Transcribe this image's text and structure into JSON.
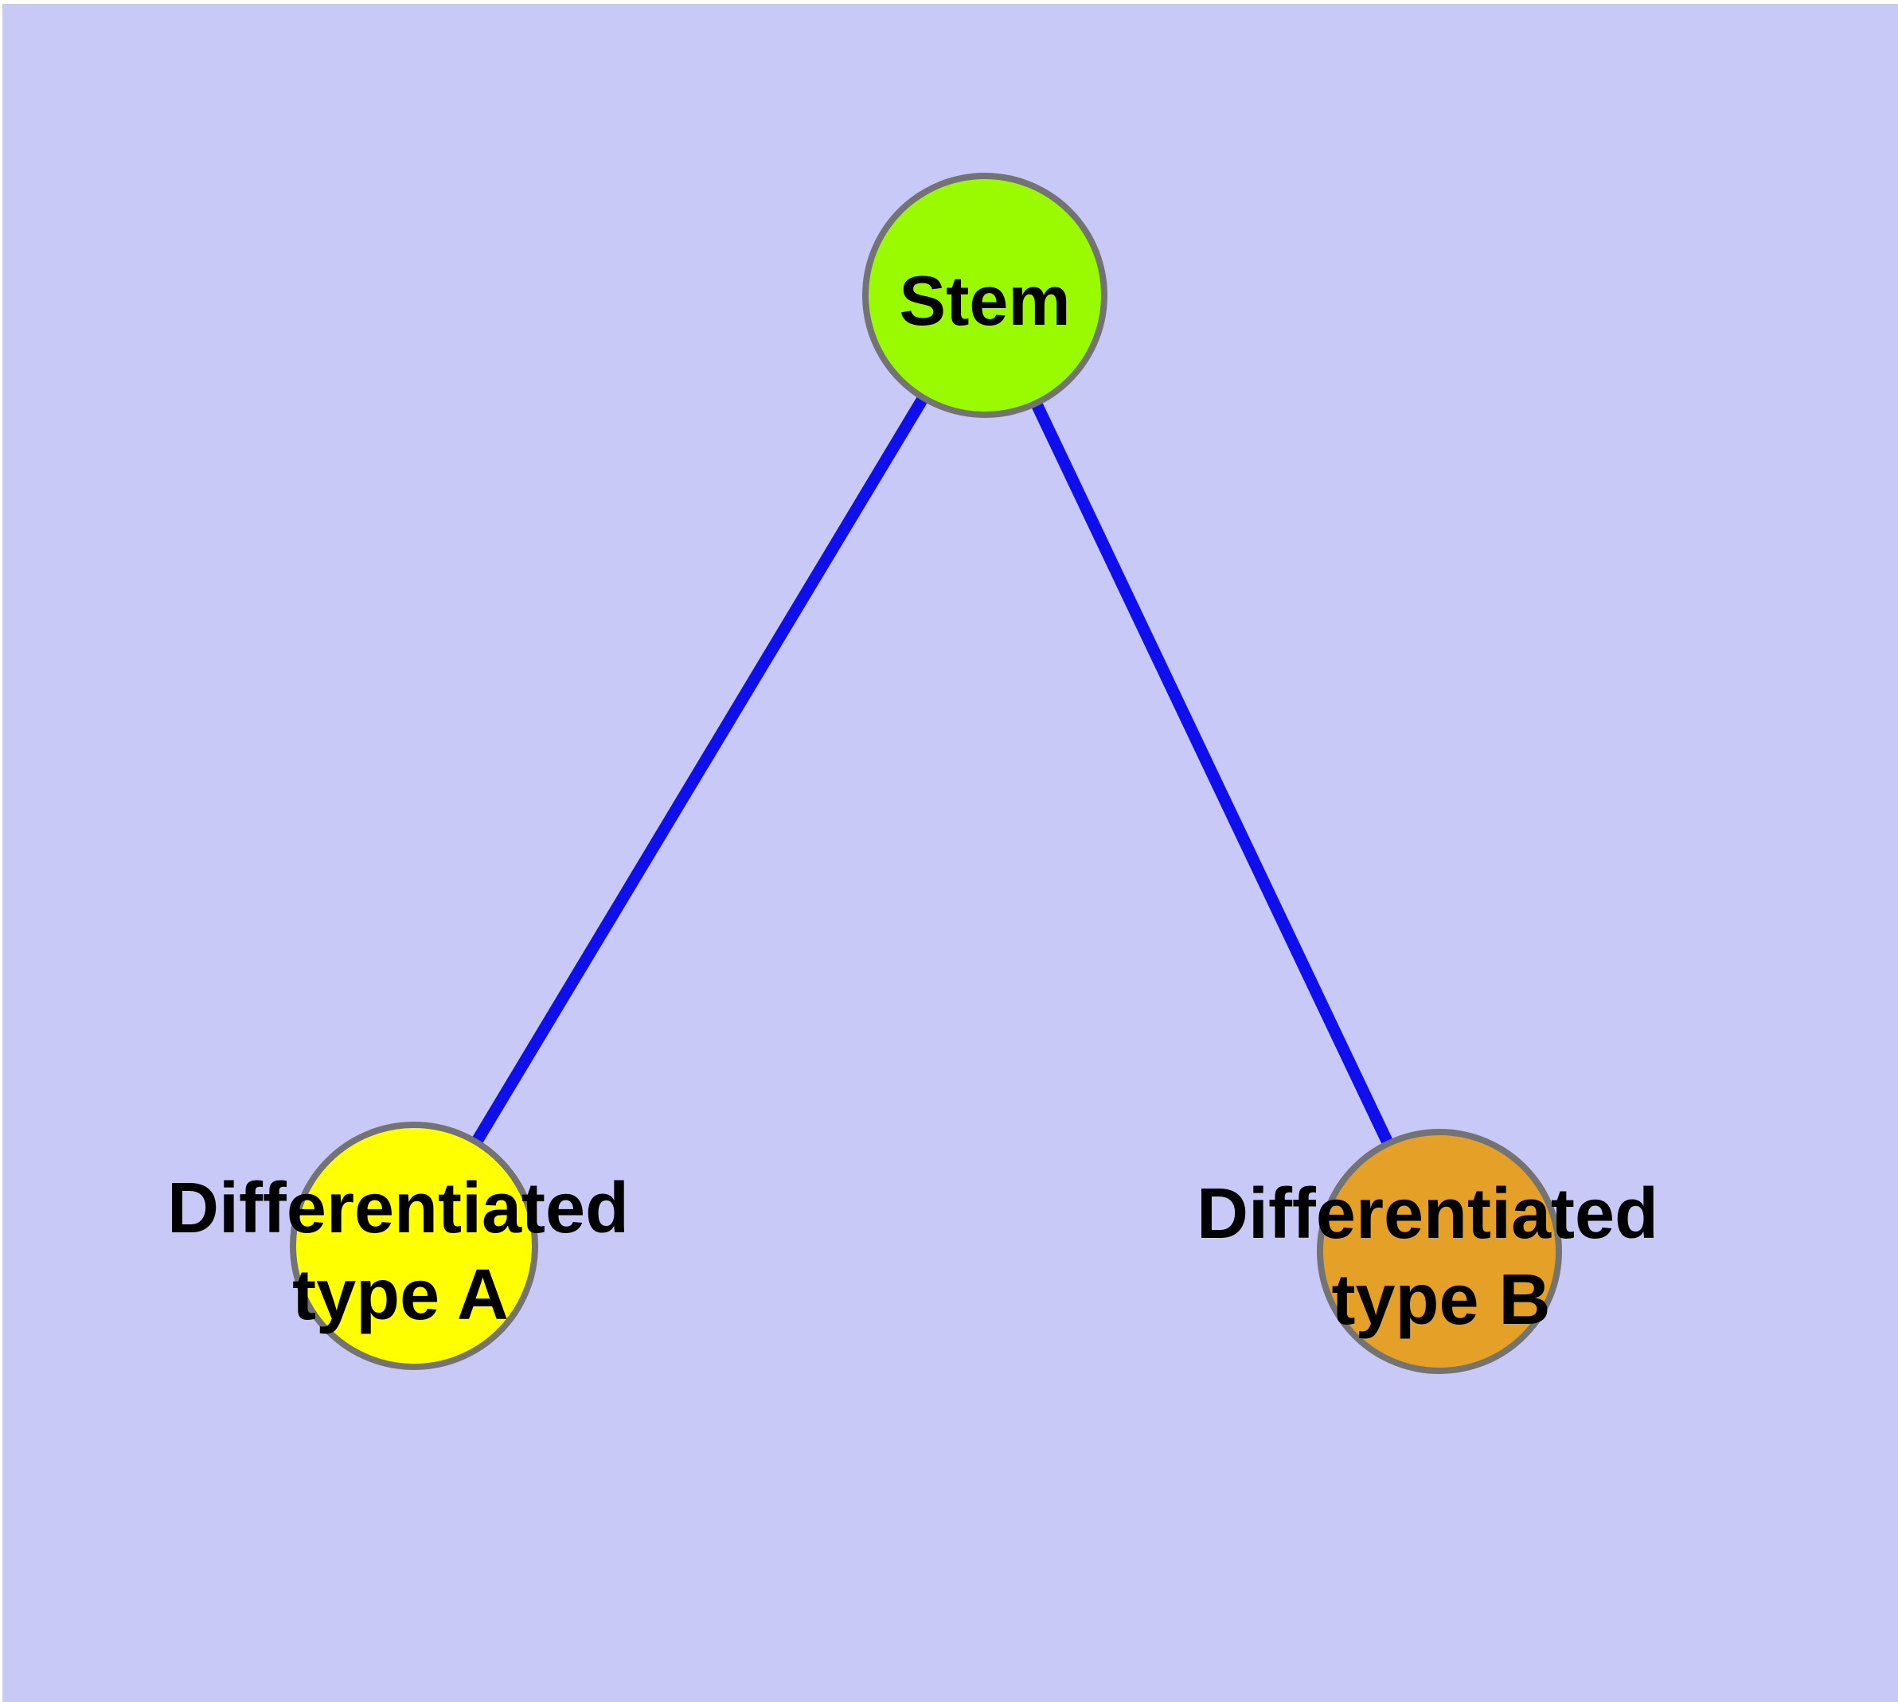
{
  "canvas": {
    "background_color": "#c9c9f7",
    "margin_color": "#ffffff",
    "text_color": "#000000"
  },
  "graph": {
    "nodes": {
      "stem": {
        "label": "Stem",
        "fill": "#9afb01",
        "border_color": "#737373"
      },
      "type_a": {
        "label_line1": "Differentiated",
        "label_line2": "type A",
        "fill": "#ffff00",
        "border_color": "#737373"
      },
      "type_b": {
        "label_line1": "Differentiated",
        "label_line2": "type B",
        "fill": "#e5a027",
        "border_color": "#737373"
      }
    },
    "edges": {
      "color": "#0f0fee",
      "stem_to_a": {
        "from": "Stem",
        "to": "Differentiated type A"
      },
      "stem_to_b": {
        "from": "Stem",
        "to": "Differentiated type B"
      }
    }
  }
}
